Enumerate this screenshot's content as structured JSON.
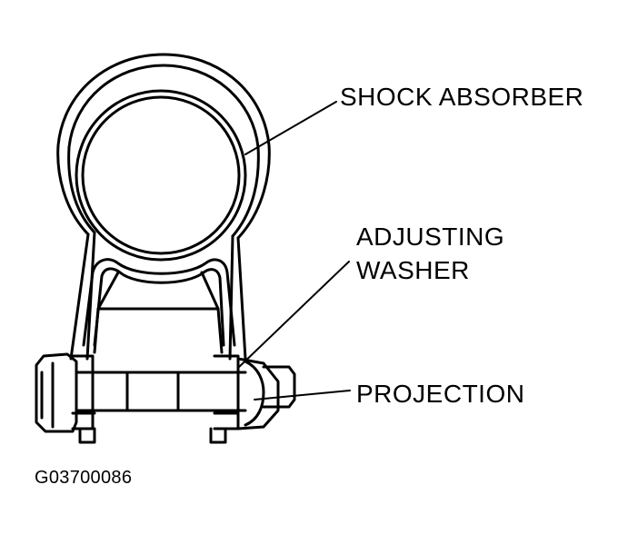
{
  "labels": {
    "shock_absorber": "SHOCK ABSORBER",
    "adjusting_washer_line1": "ADJUSTING",
    "adjusting_washer_line2": "WASHER",
    "projection": "PROJECTION"
  },
  "figure_code": "G03700086",
  "colors": {
    "ink": "#000000",
    "paper": "#ffffff"
  }
}
